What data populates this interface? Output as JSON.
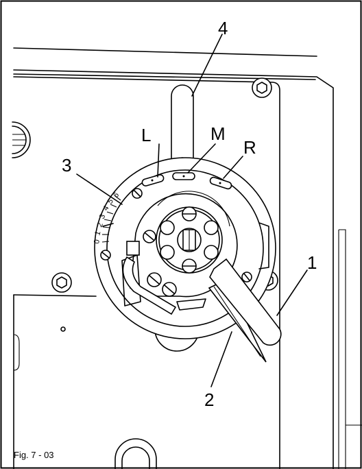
{
  "figure": {
    "caption": "Fig. 7 - 03",
    "callouts": {
      "c1": "1",
      "c2": "2",
      "c3": "3",
      "c4": "4",
      "left": "L",
      "middle": "M",
      "right": "R"
    },
    "scale_digits": [
      "0",
      "1",
      "2",
      "3",
      "4",
      "5",
      "6"
    ]
  }
}
